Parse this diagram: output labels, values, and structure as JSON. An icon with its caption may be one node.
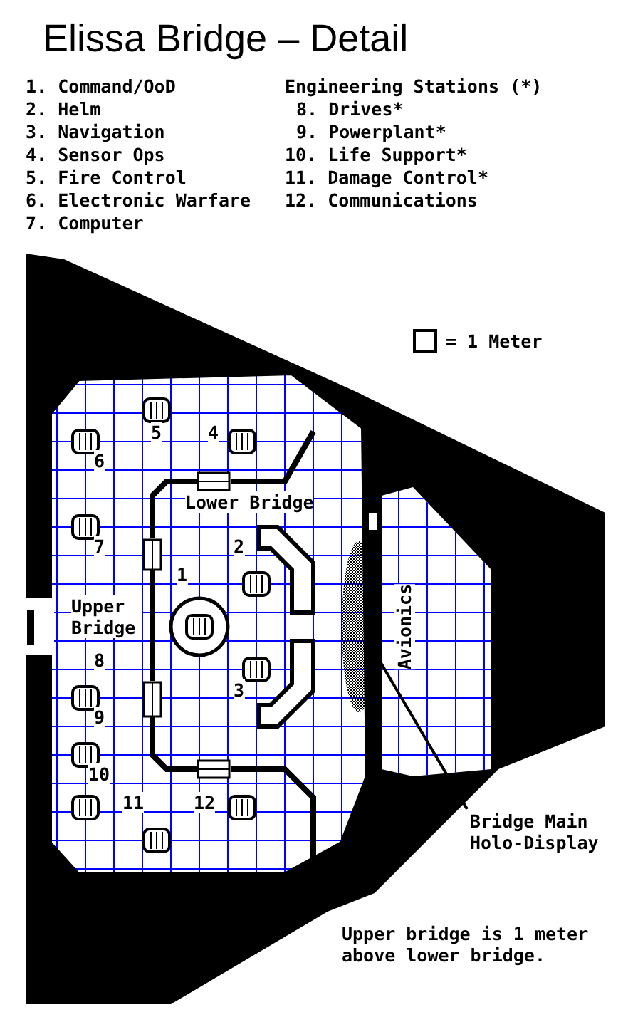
{
  "diagram": {
    "title": "Elissa Bridge – Detail",
    "nodes": [
      {
        "text": [
          "Bridge Main Holo-Display"
        ]
      },
      {
        "text": [],
        "shape": "ellipse"
      }
    ],
    "edges": [
      {
        "from": 0,
        "to": 1,
        "arrow": "none"
      }
    ],
    "labels": [
      "1. Command/OoD",
      "Engineering Stations (*)",
      "2. Helm",
      "8. Drives*",
      "3. Navigation",
      "9. Powerplant*",
      "4. Sensor Ops",
      "10. Life Support*",
      "5. Fire Control",
      "11. Damage Control*",
      "6. Electronic Warfare",
      "12. Communications",
      "7. Computer",
      "5",
      "4",
      "6",
      "Lower Bridge",
      "7",
      "2",
      "1",
      "Upper Bridge",
      "Avionics",
      "8",
      "3",
      "9",
      "10",
      "11",
      "12",
      "Upper bridge is 1 meter above lower bridge."
    ],
    "legend": [
      {
        "text": "= 1 Meter"
      }
    ]
  }
}
